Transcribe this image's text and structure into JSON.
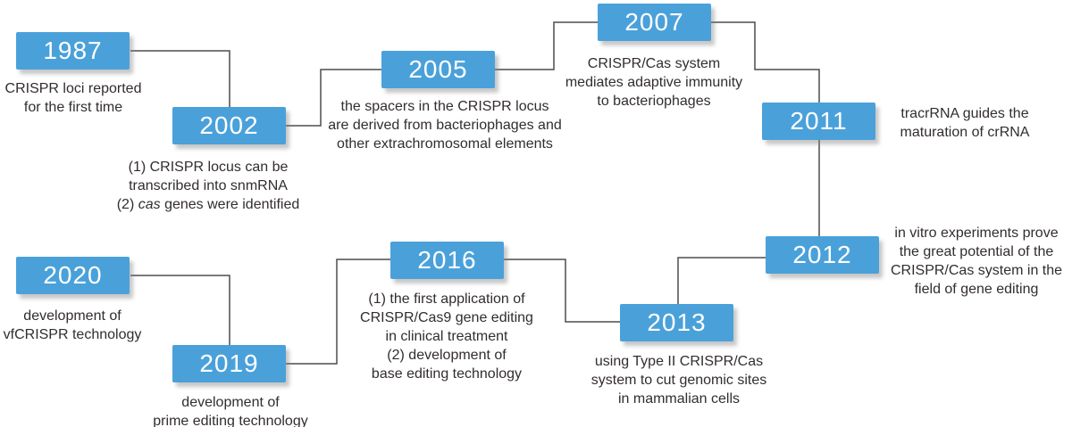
{
  "diagram": {
    "colors": {
      "box": "#4aa1da",
      "line": "#4d4d4d",
      "text": "#332d2d",
      "year_text": "#ffffff"
    },
    "events": [
      {
        "year": "1987",
        "lines": [
          "CRISPR loci reported",
          "for the first time"
        ]
      },
      {
        "year": "2002",
        "lines": [
          "(1) CRISPR locus can be",
          "transcribed into snmRNA",
          [
            {
              "t": "(2) ",
              "i": false
            },
            {
              "t": "cas",
              "i": true
            },
            {
              "t": " genes were identified",
              "i": false
            }
          ]
        ]
      },
      {
        "year": "2005",
        "lines": [
          "the spacers in the CRISPR locus",
          "are derived from bacteriophages and",
          "other extrachromosomal elements"
        ]
      },
      {
        "year": "2007",
        "lines": [
          "CRISPR/Cas system",
          "mediates adaptive immunity",
          "to bacteriophages"
        ]
      },
      {
        "year": "2011",
        "lines": [
          "tracrRNA guides the",
          "maturation of crRNA"
        ]
      },
      {
        "year": "2012",
        "lines": [
          "in vitro experiments prove",
          "the great potential of the",
          "CRISPR/Cas system in the",
          "field of gene editing"
        ]
      },
      {
        "year": "2013",
        "lines": [
          "using Type II CRISPR/Cas",
          "system to cut genomic sites",
          "in mammalian cells"
        ]
      },
      {
        "year": "2016",
        "lines": [
          "(1) the first application of",
          "CRISPR/Cas9 gene editing",
          "in clinical treatment",
          "(2) development of",
          "base editing technology"
        ]
      },
      {
        "year": "2019",
        "lines": [
          "development of",
          "prime editing technology"
        ]
      },
      {
        "year": "2020",
        "lines": [
          "development of",
          "vfCRISPR technology"
        ]
      }
    ]
  }
}
